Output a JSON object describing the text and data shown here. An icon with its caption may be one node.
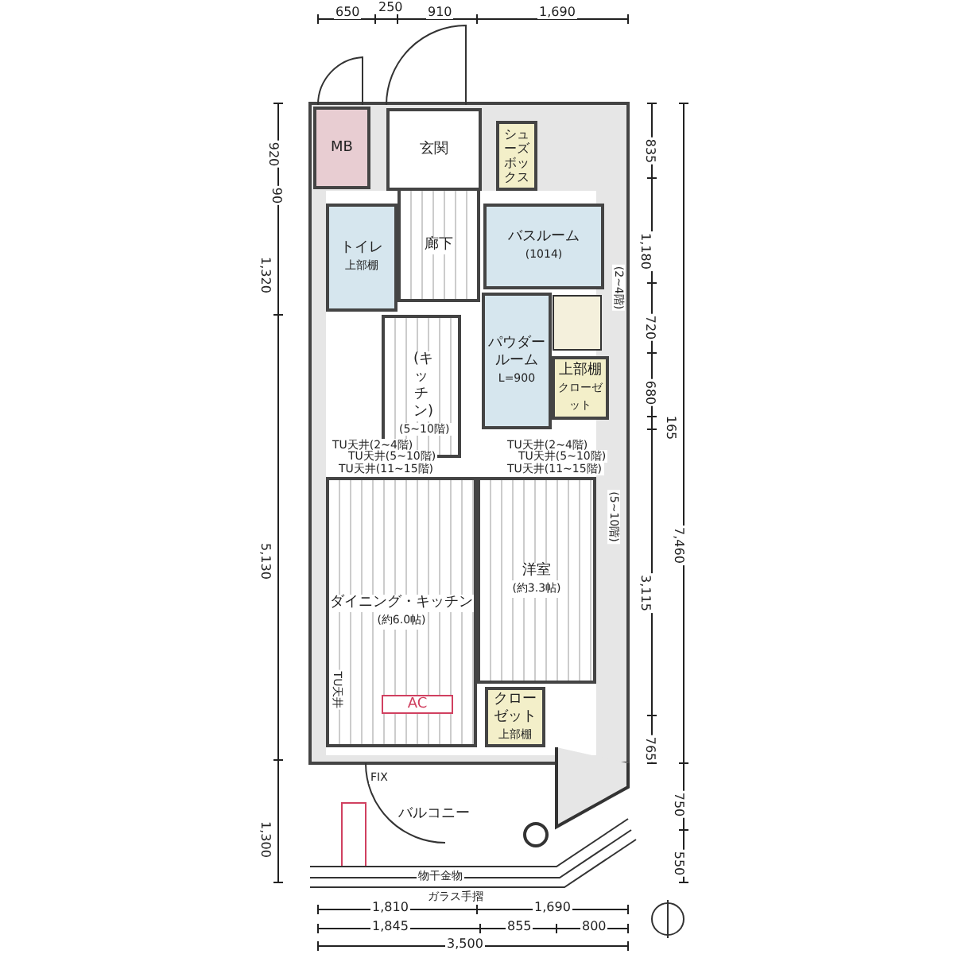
{
  "diagram": {
    "nodes": [
      {
        "text": [
          "MB"
        ]
      },
      {
        "text": [
          "玄関"
        ]
      },
      {
        "text": [
          "シューズボックス"
        ]
      },
      {
        "text": [
          "トイレ",
          "上部棚"
        ]
      },
      {
        "text": [
          "廊下"
        ]
      },
      {
        "text": [
          "バスルーム",
          "(1014)"
        ]
      },
      {
        "text": [
          "パウダールーム",
          "L=900"
        ]
      },
      {
        "text": [
          "上部棚",
          "クローゼット"
        ]
      },
      {
        "text": [
          "(キッチン)"
        ]
      },
      {
        "text": [
          "ダイニング・キッチン",
          "(約6.0帖)"
        ]
      },
      {
        "text": [
          "洋室",
          "(約3.3帖)"
        ]
      },
      {
        "text": [
          "クローゼット",
          "上部棚"
        ]
      },
      {
        "text": [
          "AC"
        ],
        "in": 9
      },
      {
        "text": [
          "バルコニー"
        ]
      }
    ],
    "edges": [],
    "labels": [
      "650",
      "250",
      "910",
      "1,690",
      "920",
      "90",
      "835",
      "1,320",
      "1,180",
      "720",
      "680",
      "165",
      "(2~4階)",
      "(5~10階)",
      "TU天井(2~4階)",
      "TU天井(5~10階)",
      "TU天井(11~15階)",
      "TU天井(2~4階)",
      "TU天井(5~10階)",
      "TU天井(11~15階)",
      "(5~10階)",
      "5,130",
      "7,460",
      "TU天井",
      "3,115",
      "765",
      "FIX",
      "1,300",
      "750",
      "物干金物",
      "550",
      "ガラス手摺",
      "1,810",
      "1,690",
      "1,845",
      "855",
      "800",
      "3,500"
    ]
  }
}
